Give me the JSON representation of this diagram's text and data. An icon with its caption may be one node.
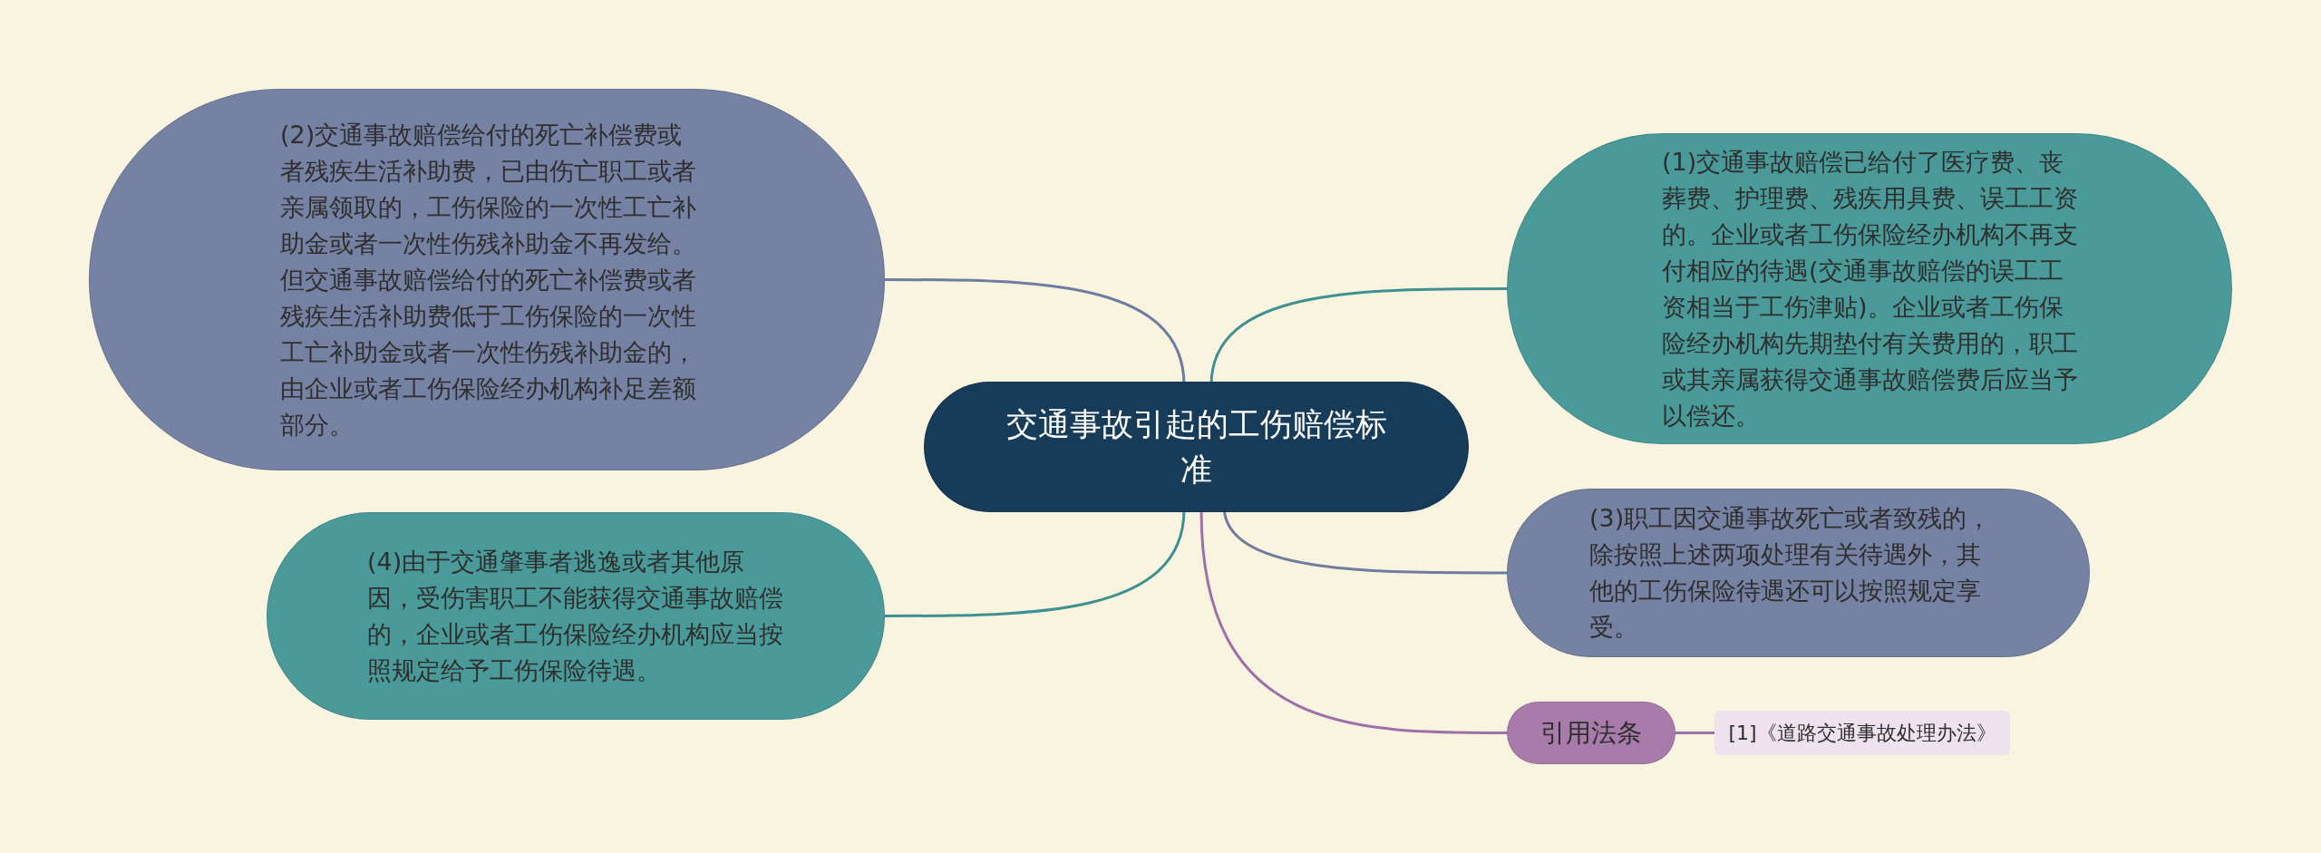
{
  "diagram": {
    "nodes": [
      {
        "text": [
          "交通事故引起的工伤赔偿标准"
        ]
      },
      {
        "text": [
          "(2)交通事故赔偿给付的死亡补偿费或者残疾生活补助费，已由伤亡职工或者亲属领取的，工伤保险的一次性工亡补助金或者一次性伤残补助金不再发给。但交通事故赔偿给付的死亡补偿费或者残疾生活补助费低于工伤保险的一次性工亡补助金或者一次性伤残补助金的，由企业或者工伤保险经办机构补足差额部分。"
        ]
      },
      {
        "text": [
          "(1)交通事故赔偿已给付了医疗费、丧葬费、护理费、残疾用具费、误工工资的。企业或者工伤保险经办机构不再支付相应的待遇(交通事故赔偿的误工工资相当于工伤津贴)。企业或者工伤保险经办机构先期垫付有关费用的，职工或其亲属获得交通事故赔偿费后应当予以偿还。"
        ]
      },
      {
        "text": [
          "(4)由于交通肇事者逃逸或者其他原因，受伤害职工不能获得交通事故赔偿的，企业或者工伤保险经办机构应当按照规定给予工伤保险待遇。"
        ]
      },
      {
        "text": [
          "(3)职工因交通事故死亡或者致残的，除按照上述两项处理有关待遇外，其他的工伤保险待遇还可以按照规定享受。"
        ]
      },
      {
        "text": [
          "引用法条"
        ]
      },
      {
        "text": [
          "[1]《道路交通事故处理办法》"
        ]
      }
    ],
    "edges": [
      {
        "from": 0,
        "to": 1,
        "arrow": "none",
        "color": "#6f7ca0"
      },
      {
        "from": 0,
        "to": 2,
        "arrow": "none",
        "color": "#3f9090"
      },
      {
        "from": 0,
        "to": 3,
        "arrow": "none",
        "color": "#3f9090"
      },
      {
        "from": 0,
        "to": 4,
        "arrow": "none",
        "color": "#6f7ca0"
      },
      {
        "from": 0,
        "to": 5,
        "arrow": "none",
        "color": "#9e70a8"
      },
      {
        "from": 5,
        "to": 6,
        "arrow": "none",
        "color": "#9e70a8"
      }
    ]
  }
}
